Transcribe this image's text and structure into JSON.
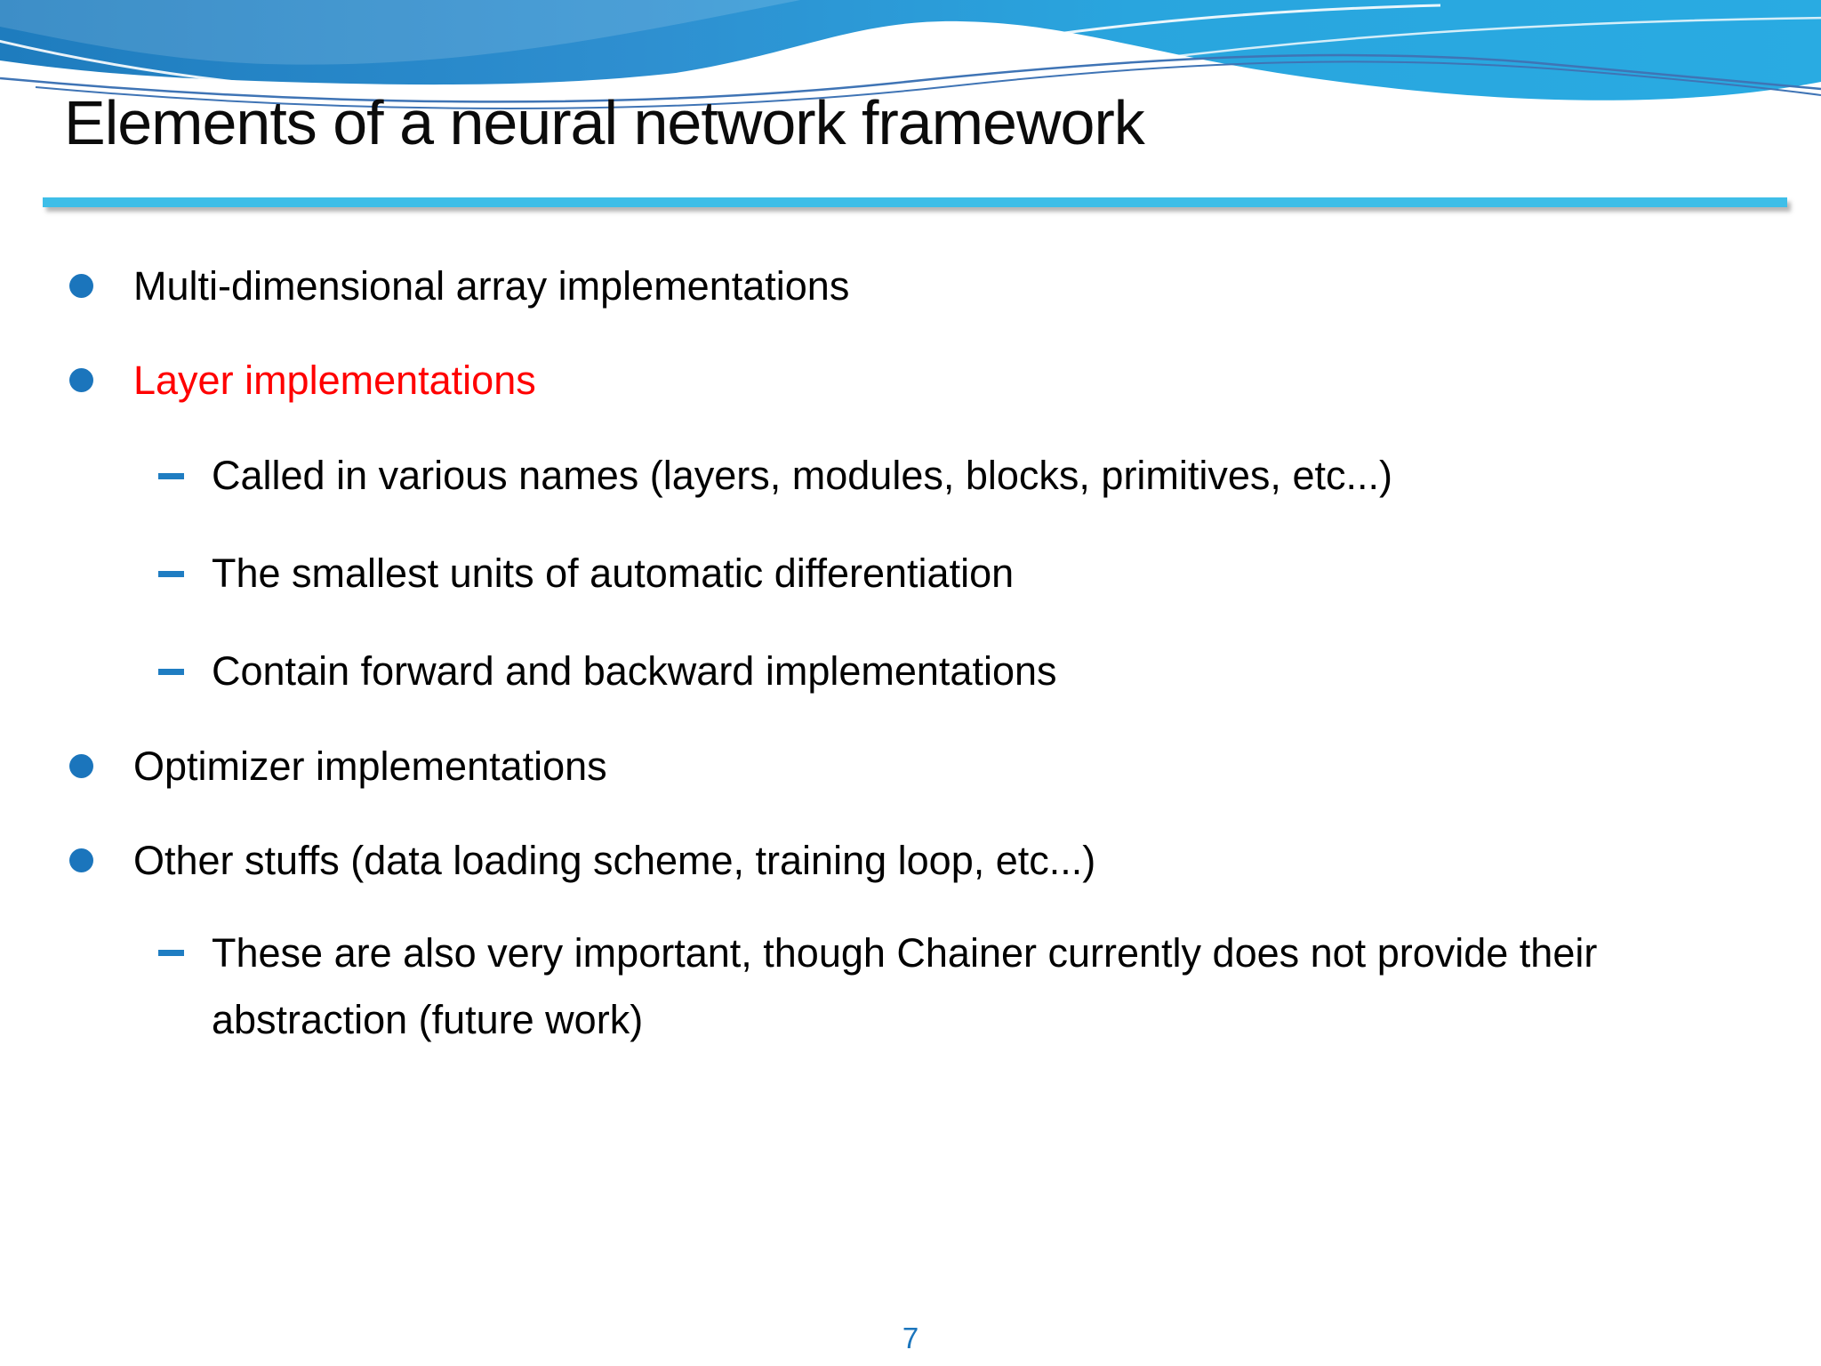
{
  "slide": {
    "title": "Elements of a neural network framework",
    "page_number": "7",
    "bullets": [
      {
        "level": 1,
        "text": "Multi-dimensional array implementations"
      },
      {
        "level": 1,
        "text": "Layer implementations",
        "emphasis": "red"
      },
      {
        "level": 2,
        "text": "Called in various names (layers, modules, blocks, primitives, etc...)"
      },
      {
        "level": 2,
        "text": "The smallest units of automatic differentiation"
      },
      {
        "level": 2,
        "text": "Contain forward and backward implementations"
      },
      {
        "level": 1,
        "text": "Optimizer implementations"
      },
      {
        "level": 1,
        "text": "Other stuffs (data loading scheme, training loop, etc...)"
      },
      {
        "level": 2,
        "text": "These are also very important, though Chainer currently does not provide their abstraction (future work)"
      }
    ],
    "icons": {
      "bullet_dot": "filled-circle",
      "bullet_dash": "short-dash"
    },
    "colors": {
      "accent_bar": "#3EBEE8",
      "bullet_marker_blue": "#1B75BC",
      "dash_marker_blue": "#1F7DC2",
      "emphasis_red": "#FF0000",
      "wave_blue_left": "#1E7CBE",
      "wave_blue_right": "#29ABE2",
      "page_number_blue": "#1B75BC",
      "title_text": "#0B0B0B"
    }
  }
}
